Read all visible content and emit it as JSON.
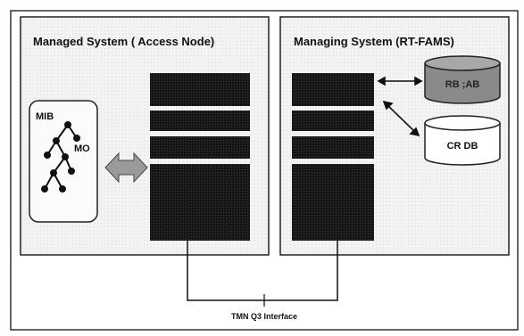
{
  "managed_system": {
    "title": "Managed System ( Access Node)",
    "mib_label": "MIB",
    "mo_label": "MO"
  },
  "managing_system": {
    "title": "Managing System (RT-FAMS)",
    "db_top_label": "RB ;AB",
    "db_bottom_label": "CR DB"
  },
  "interface": {
    "label": "TMN Q3 Interface"
  },
  "colors": {
    "stack_block": "#1a1a1a",
    "panel_fill": "#f1f1f1",
    "db_top_fill": "#8a8a8a",
    "arrow_fill": "#9a9a9a"
  }
}
